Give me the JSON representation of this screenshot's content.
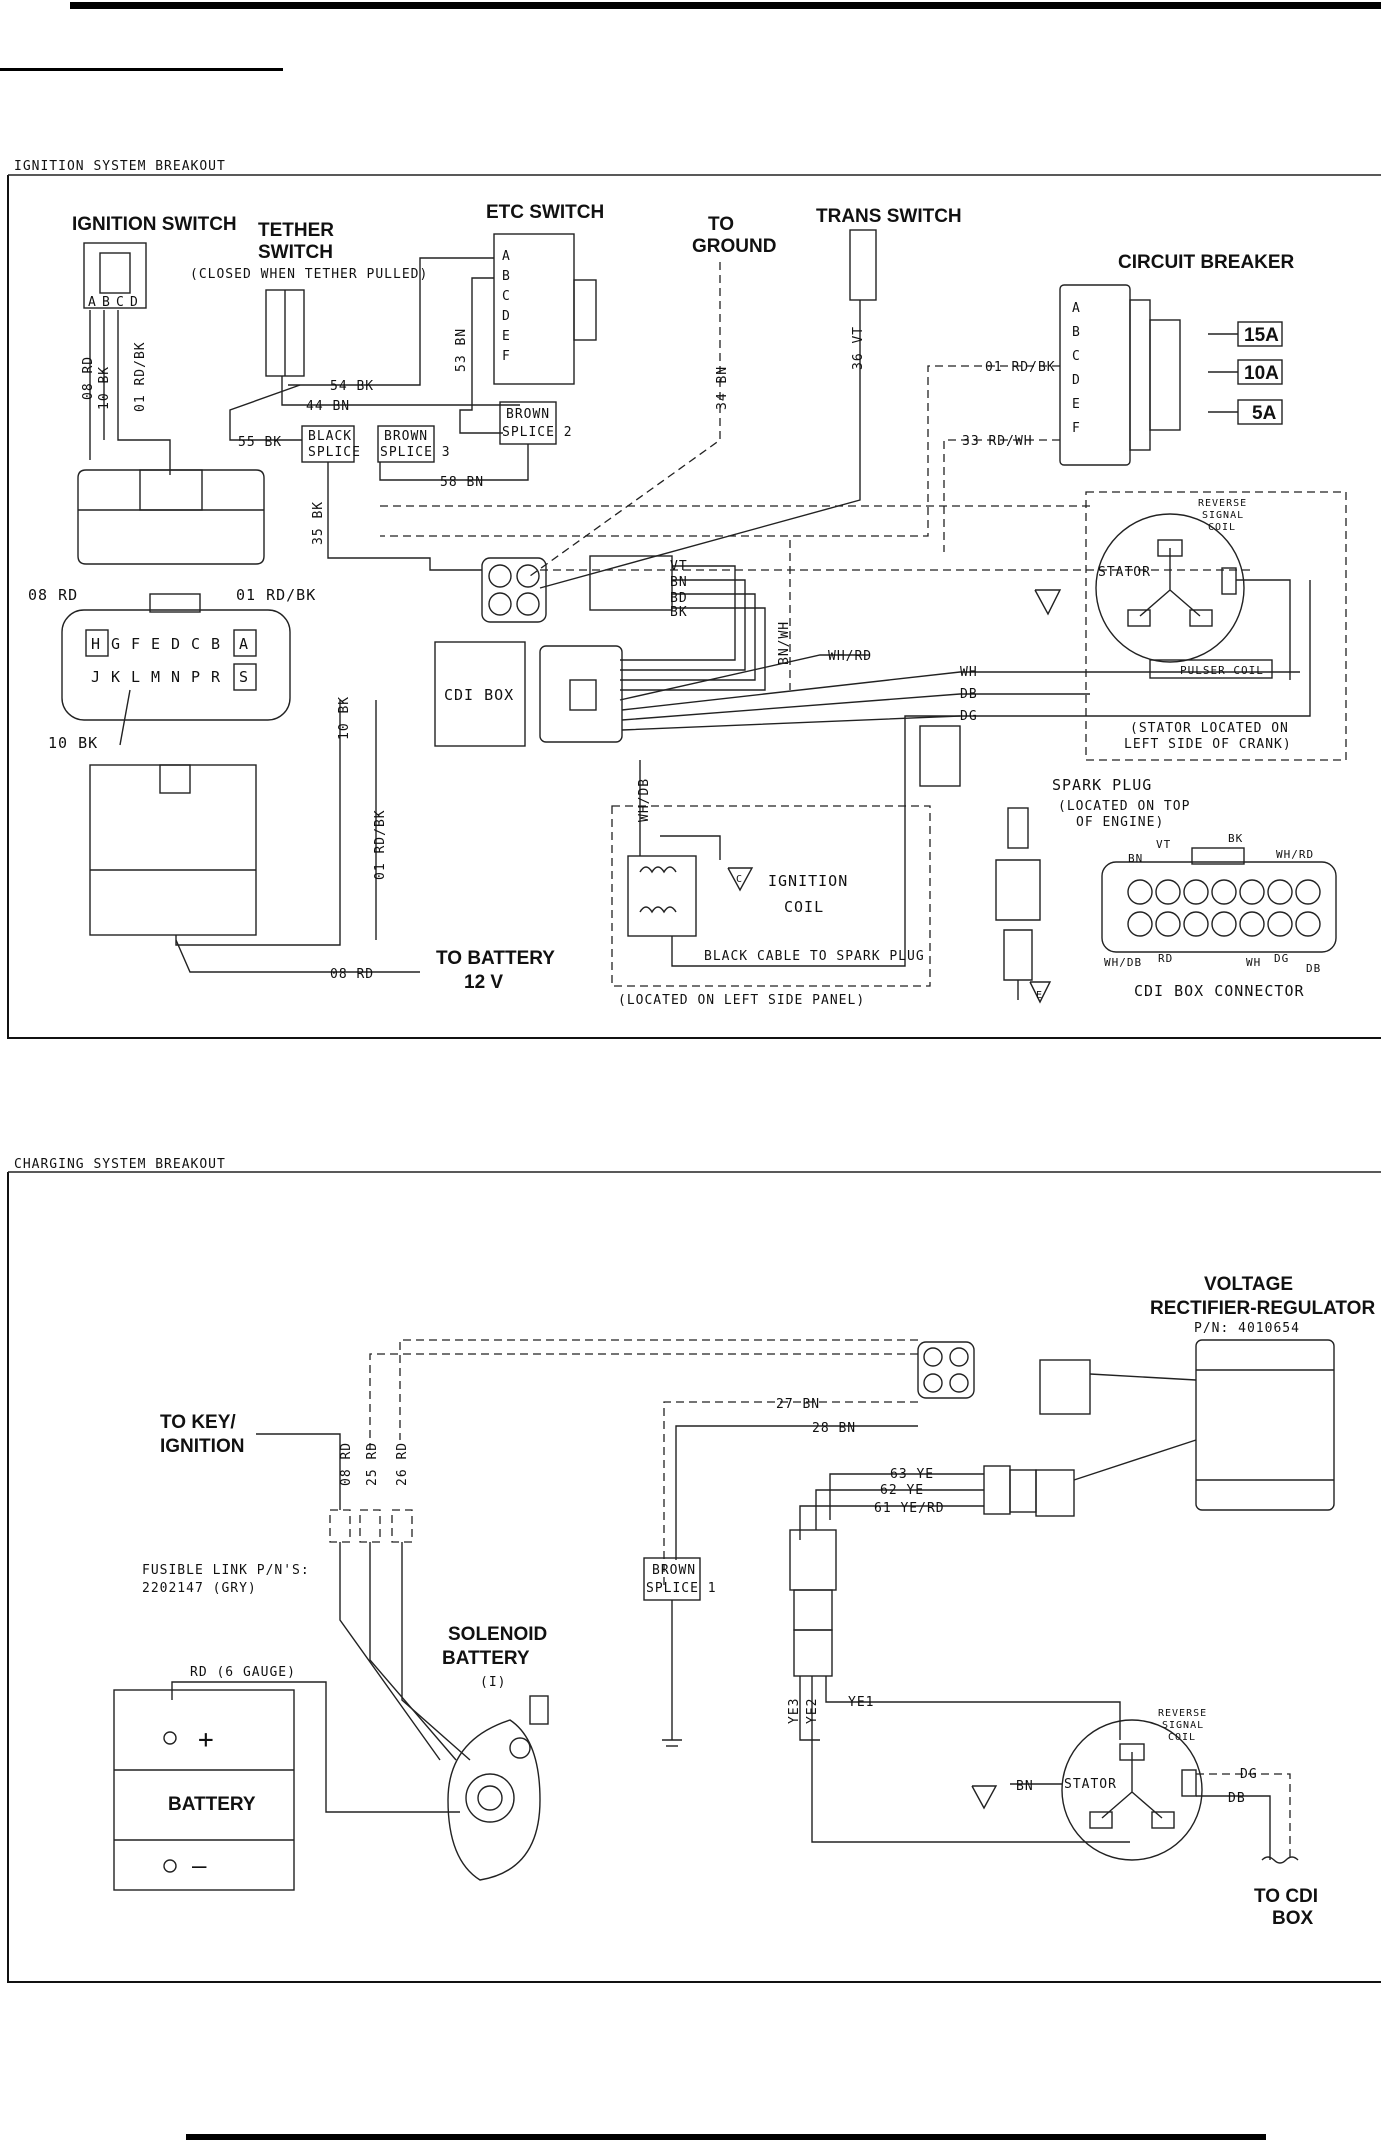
{
  "ignition": {
    "section_title": "IGNITION SYSTEM BREAKOUT",
    "ignition_switch": "IGNITION SWITCH",
    "tether_switch": [
      "TETHER",
      "SWITCH"
    ],
    "tether_note": "(CLOSED WHEN TETHER PULLED)",
    "etc_switch": "ETC SWITCH",
    "to_ground": [
      "TO",
      "GROUND"
    ],
    "trans_switch": "TRANS SWITCH",
    "circuit_breaker": "CIRCUIT BREAKER",
    "fuses": [
      "15A",
      "10A",
      "5A"
    ],
    "wires": {
      "w08rd": "08 RD",
      "w10bk": "10 BK",
      "w01rdbk": "01 RD/BK",
      "w54bk": "54 BK",
      "w44bn": "44 BN",
      "w55bk": "55 BK",
      "w53bn": "53 BN",
      "w58bn": "58 BN",
      "w34bn": "34 BN",
      "w36vt": "36 VT",
      "w33rdwh": "33 RD/WH",
      "w35bk": "35 BK",
      "vt": "VT",
      "bn": "BN",
      "bd": "BD",
      "bk": "BK",
      "bnwh": "BN/WH",
      "whrd": "WH/RD",
      "wh": "WH",
      "db": "DB",
      "dg": "DG",
      "whdb": "WH/DB"
    },
    "black_splice": [
      "BLACK",
      "SPLICE"
    ],
    "brown_splice_3": [
      "BROWN",
      "SPLICE 3"
    ],
    "brown_splice_2": [
      "BROWN",
      "SPLICE 2"
    ],
    "connector_top_pins": [
      "H",
      "G",
      "F",
      "E",
      "D",
      "C",
      "B",
      "A"
    ],
    "connector_bottom_pins": [
      "J",
      "K",
      "L",
      "M",
      "N",
      "P",
      "R",
      "S"
    ],
    "switch_pins": [
      "A",
      "B",
      "C",
      "D"
    ],
    "etc_pins": [
      "A",
      "B",
      "C",
      "D",
      "E",
      "F"
    ],
    "breaker_pins": [
      "A",
      "B",
      "C",
      "D",
      "E",
      "F"
    ],
    "cdi_box": "CDI BOX",
    "stator": "STATOR",
    "reverse_signal_coil": [
      "REVERSE",
      "SIGNAL",
      "COIL"
    ],
    "pulser_coil": "PULSER COIL",
    "stator_note": [
      "(STATOR LOCATED ON",
      "LEFT SIDE OF CRANK)"
    ],
    "spark_plug": "SPARK PLUG",
    "spark_plug_note": [
      "(LOCATED ON TOP",
      "OF ENGINE)"
    ],
    "ignition_coil": [
      "IGNITION",
      "COIL"
    ],
    "coil_pin": "C",
    "ground_pin": "E",
    "black_cable": "BLACK CABLE TO SPARK PLUG",
    "coil_note": "(LOCATED ON LEFT SIDE PANEL)",
    "to_battery": [
      "TO BATTERY",
      "12 V"
    ],
    "cdi_connector": "CDI BOX CONNECTOR",
    "cdi_pin_labels": [
      "BN",
      "VT",
      "BK",
      "WH/RD",
      "WH/DB",
      "RD",
      "WH",
      "DG",
      "DB"
    ]
  },
  "charging": {
    "section_title": "CHARGING SYSTEM BREAKOUT",
    "voltage_regulator": [
      "VOLTAGE",
      "RECTIFIER-REGULATOR",
      "P/N: 4010654"
    ],
    "to_key": [
      "TO KEY/",
      "IGNITION"
    ],
    "wires": {
      "w08rd": "08 RD",
      "w25rd": "25 RD",
      "w26rd": "26 RD",
      "w27bn": "27 BN",
      "w28bn": "28 BN",
      "w63ye": "63 YE",
      "w62ye": "62 YE",
      "w61yerd": "61 YE/RD",
      "ye3": "YE3",
      "ye2": "YE2",
      "ye1": "YE1",
      "bn": "BN",
      "dg": "DG",
      "db": "DB",
      "rd6": "RD (6 GAUGE)"
    },
    "fusible_link": [
      "FUSIBLE LINK P/N'S:",
      "2202147 (GRY)"
    ],
    "brown_splice_1": [
      "BROWN",
      "SPLICE 1"
    ],
    "solenoid": [
      "SOLENOID",
      "BATTERY",
      "(I)"
    ],
    "battery": "BATTERY",
    "plus": "+",
    "minus": "—",
    "stator": "STATOR",
    "reverse_signal_coil": [
      "REVERSE",
      "SIGNAL",
      "COIL"
    ],
    "to_cdi": [
      "TO CDI",
      "BOX"
    ]
  }
}
